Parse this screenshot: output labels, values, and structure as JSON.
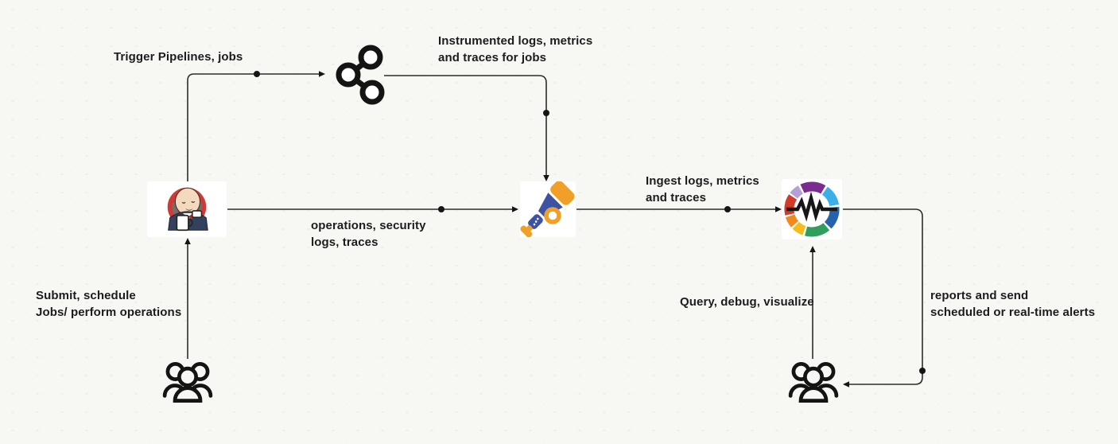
{
  "diagram": {
    "labels": {
      "trigger": "Trigger Pipelines, jobs",
      "instrumented": "Instrumented logs, metrics\nand traces for jobs",
      "operations": "operations, security\nlogs, traces",
      "ingest": "Ingest logs, metrics\nand traces",
      "submit": "Submit, schedule\nJobs/ perform operations",
      "query": "Query, debug, visualize",
      "reports": "reports and send\nscheduled or real-time alerts"
    },
    "nodes": {
      "pipeline_graph": {
        "icon": "share-nodes-icon"
      },
      "jenkins": {
        "icon": "jenkins-butler-icon"
      },
      "collector": {
        "icon": "telescope-icon"
      },
      "platform": {
        "icon": "pulse-ring-icon"
      },
      "users_left": {
        "icon": "users-group-icon"
      },
      "users_right": {
        "icon": "users-group-icon"
      }
    },
    "colors": {
      "background": "#f7f7f4",
      "line": "#2c2c2c",
      "text": "#1c1c1e",
      "jenkins_red": "#cf3a36",
      "telescope_blue": "#3e52a3",
      "telescope_orange": "#f0a028",
      "ring_purple": "#7a2c90",
      "ring_light_blue": "#3bb0e8",
      "ring_dark_blue": "#2563ae",
      "ring_green": "#2f9e5f",
      "ring_yellow": "#f6bc1d",
      "ring_orange": "#ef8a1b",
      "ring_red": "#d23b27",
      "ring_lavender": "#b49fd8"
    }
  }
}
